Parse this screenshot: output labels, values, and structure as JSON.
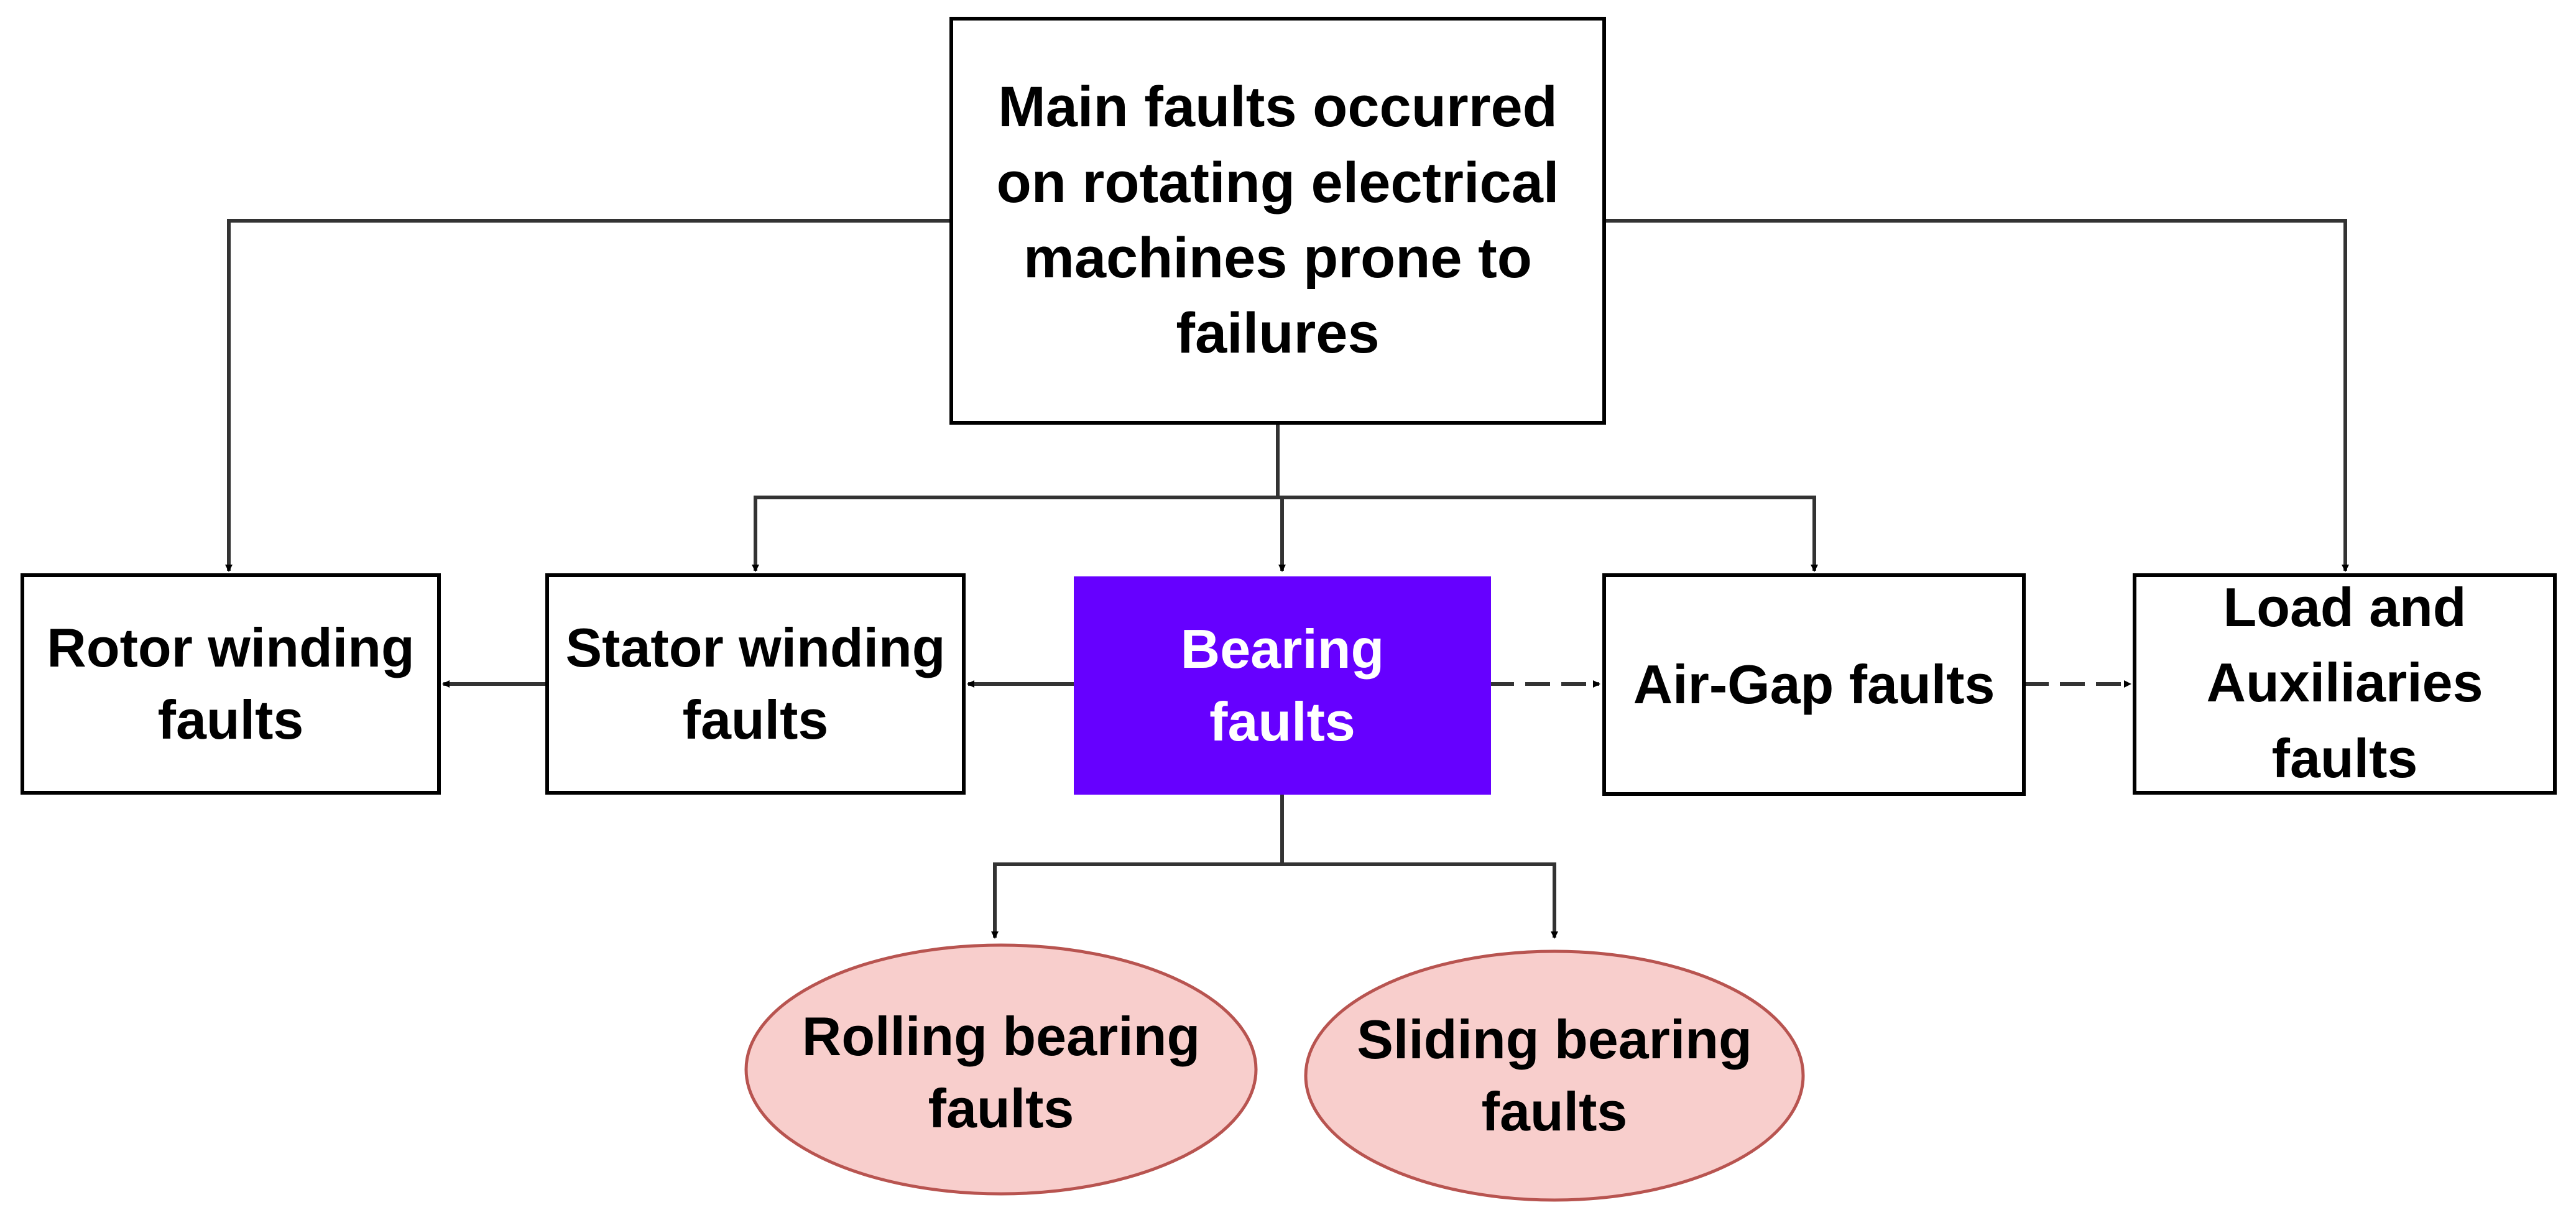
{
  "diagram": {
    "nodes": {
      "main": {
        "label": "Main faults occurred on rotating electrical machines prone to failures"
      },
      "rotor": {
        "label": "Rotor winding faults"
      },
      "stator": {
        "label": "Stator winding faults"
      },
      "bearing": {
        "label": "Bearing faults"
      },
      "airgap": {
        "label": "Air-Gap faults"
      },
      "load": {
        "label": "Load and Auxiliaries faults"
      },
      "rolling": {
        "label": "Rolling bearing faults"
      },
      "sliding": {
        "label": "Sliding bearing faults"
      }
    },
    "edges": [
      {
        "from": "main",
        "to": "rotor"
      },
      {
        "from": "main",
        "to": "load"
      },
      {
        "from": "main",
        "to": "stator"
      },
      {
        "from": "main",
        "to": "bearing"
      },
      {
        "from": "main",
        "to": "airgap"
      },
      {
        "from": "bearing",
        "to": "stator"
      },
      {
        "from": "stator",
        "to": "rotor"
      },
      {
        "from": "bearing",
        "to": "airgap"
      },
      {
        "from": "airgap",
        "to": "load"
      },
      {
        "from": "bearing",
        "to": "rolling"
      },
      {
        "from": "bearing",
        "to": "sliding"
      }
    ],
    "colors": {
      "box_fill": "#ffffff",
      "box_stroke": "#000000",
      "highlight_fill": "#6600ff",
      "highlight_text": "#ffffff",
      "ellipse_fill": "#f8cecc",
      "ellipse_stroke": "#b85450",
      "connector": "#333333"
    }
  }
}
